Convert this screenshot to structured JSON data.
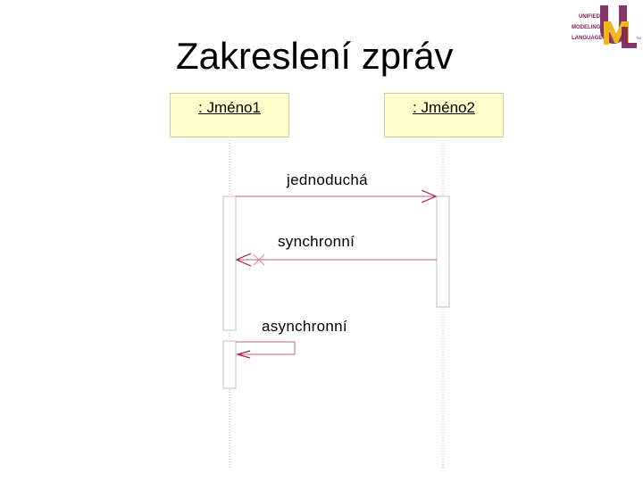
{
  "slide": {
    "title": "Zakreslení zpráv"
  },
  "logo": {
    "icon": "uml-logo-icon",
    "lines": [
      "UNIFIED",
      "MODELING",
      "LANGUAGE"
    ],
    "mark": "TM",
    "colors": {
      "u": "#7a1f5c",
      "m": "#f2b51c",
      "l": "#7a1f5c",
      "text": "#7a1f5c"
    }
  },
  "diagram": {
    "objects": [
      {
        "name": ": Jméno1"
      },
      {
        "name": ": Jméno2"
      }
    ],
    "messages": [
      {
        "label": "jednoduchá"
      },
      {
        "label": "synchronní"
      },
      {
        "label": "asynchronní"
      }
    ],
    "colors": {
      "box_fill": "#ffffcc",
      "lifeline": "#b0b0b0",
      "arrow": "#b3124e",
      "message_line": "#c06080"
    }
  }
}
